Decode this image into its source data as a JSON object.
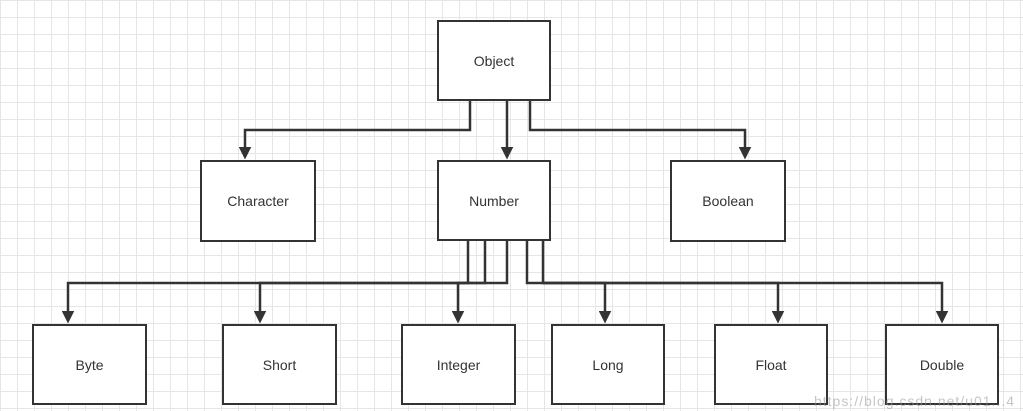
{
  "diagram": {
    "nodes": {
      "object": "Object",
      "character": "Character",
      "number": "Number",
      "boolean": "Boolean",
      "byte": "Byte",
      "short": "Short",
      "integer": "Integer",
      "long": "Long",
      "float": "Float",
      "double": "Double"
    },
    "edges": [
      [
        "Object",
        "Character"
      ],
      [
        "Object",
        "Number"
      ],
      [
        "Object",
        "Boolean"
      ],
      [
        "Number",
        "Byte"
      ],
      [
        "Number",
        "Short"
      ],
      [
        "Number",
        "Integer"
      ],
      [
        "Number",
        "Long"
      ],
      [
        "Number",
        "Float"
      ],
      [
        "Number",
        "Double"
      ]
    ],
    "line_color": "#333333",
    "grid_color": "#e6e6e6"
  },
  "watermark": "https://blog.csdn.net/u01...4"
}
